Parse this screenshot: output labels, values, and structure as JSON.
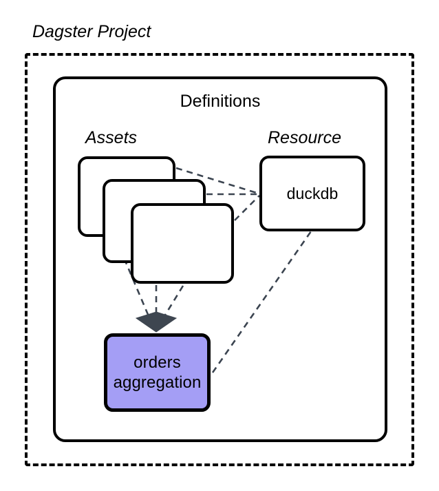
{
  "diagram": {
    "type": "architecture-diagram",
    "project_frame": {
      "title": "Dagster Project",
      "border_style": "dashed"
    },
    "definitions_frame": {
      "title": "Definitions",
      "border_style": "solid"
    },
    "groups": [
      {
        "name": "assets-group",
        "title": "Assets"
      },
      {
        "name": "resource-group",
        "title": "Resource"
      }
    ],
    "nodes": {
      "asset_card_1": {
        "label": ""
      },
      "asset_card_2": {
        "label": ""
      },
      "asset_card_3": {
        "label": ""
      },
      "duckdb": {
        "label": "duckdb"
      },
      "orders_aggregation": {
        "line1": "orders",
        "line2": "aggregation",
        "fill": "#a49ef5"
      }
    },
    "colors": {
      "stroke": "#000000",
      "dashed_connector": "#3b4450",
      "arrowhead": "#3e4650",
      "asset_highlight": "#a49ef5",
      "background": "#ffffff"
    },
    "connectors": [
      {
        "from": "asset_card_1",
        "to": "duckdb",
        "style": "dashed"
      },
      {
        "from": "asset_card_2",
        "to": "duckdb",
        "style": "dashed"
      },
      {
        "from": "asset_card_3",
        "to": "duckdb",
        "style": "dashed"
      },
      {
        "from": "orders_aggregation",
        "to": "duckdb",
        "style": "dashed"
      },
      {
        "from": "asset_card_1",
        "to": "orders_aggregation",
        "style": "dashed",
        "arrowhead": "diamond"
      },
      {
        "from": "asset_card_2",
        "to": "orders_aggregation",
        "style": "dashed",
        "arrowhead": "diamond"
      },
      {
        "from": "asset_card_3",
        "to": "orders_aggregation",
        "style": "dashed",
        "arrowhead": "diamond"
      }
    ]
  }
}
